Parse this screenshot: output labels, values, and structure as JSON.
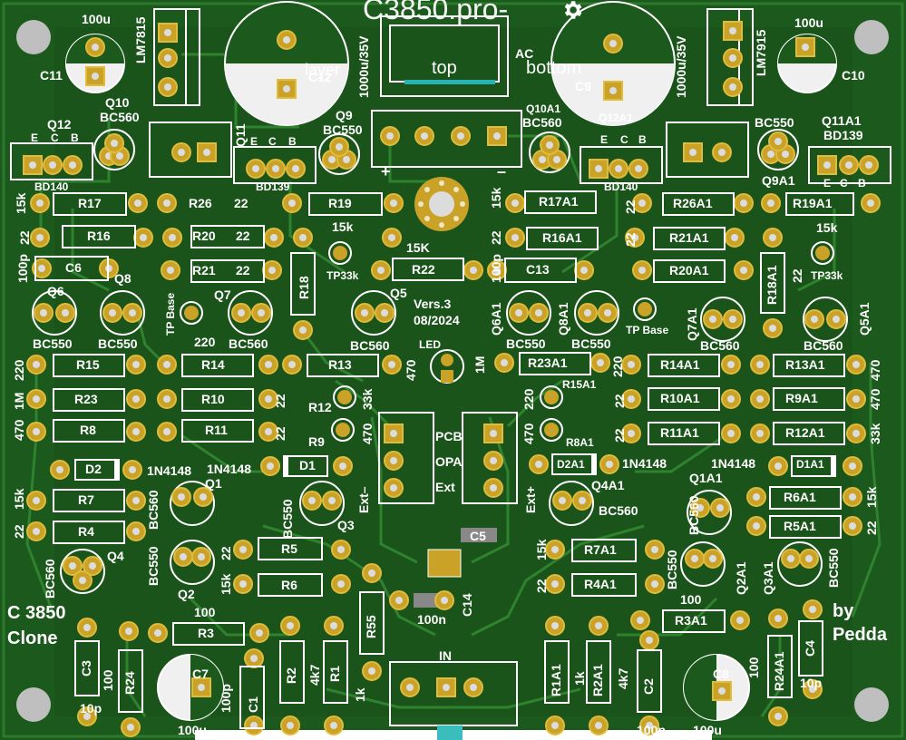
{
  "project_title": "C3850.pro-",
  "toolbar": {
    "gear_icon": "gear-icon",
    "layer_label": "layer",
    "tab_top": "top",
    "tab_bottom": "bottom",
    "active_tab": "top"
  },
  "colors": {
    "board": "#1c591c",
    "trace": "#2e7d2e",
    "silk": "#ffffff",
    "pad": "#c9a227",
    "accent_tab": "#27b3b3"
  },
  "silkscreen": {
    "version": "Vers.3",
    "date": "08/2024",
    "brand_left_1": "C 3850",
    "brand_left_2": "Clone",
    "brand_right_1": "by",
    "brand_right_2": "Pedda",
    "ac": "AC",
    "plus": "+",
    "minus": "–",
    "led": "LED",
    "pcb": "PCB",
    "opa": "OPA",
    "ext": "Ext",
    "ext_minus": "Ext–",
    "ext_plus": "Ext+",
    "in": "IN",
    "tp_base": "TP Base",
    "tp33k": "TP33k"
  },
  "components": {
    "c11": "C11",
    "c11_val": "100u",
    "c10": "C10",
    "c10_val": "100u",
    "lm7815": "LM7815",
    "lm7915": "LM7915",
    "c12": "C12",
    "c12_val": "1000u/35V",
    "c9": "C9",
    "c9_val": "1000u/35V",
    "q10": "Q10",
    "q10_type": "BC560",
    "q12": "Q12",
    "bd140": "BD140",
    "q11": "Q11",
    "bd139": "BD139",
    "q9": "Q9",
    "q9_type": "BC550",
    "q10a1": "Q10A1",
    "q10a1_type": "BC560",
    "q12a1": "Q12A1",
    "bd140a": "BD140",
    "q9a1_type": "BC550",
    "q9a1": "Q9A1",
    "q11a1": "Q11A1",
    "bd139a": "BD139",
    "ecb_e": "E",
    "ecb_c": "C",
    "ecb_b": "B",
    "r17": "R17",
    "r17_val": "15k",
    "r26": "R26",
    "r26_val": "22",
    "r19": "R19",
    "r19_val": "15k",
    "r17a1": "R17A1",
    "r17a1_val": "15k",
    "r26a1": "R26A1",
    "r26a1_val": "22",
    "r19a1": "R19A1",
    "r19a1_val": "15k",
    "r16": "R16",
    "r16_val": "22",
    "r20": "R20",
    "r20_val": "22",
    "r21": "R21",
    "r21_val": "22",
    "r16a1": "R16A1",
    "r16a1_val": "22",
    "r21a1": "R21A1",
    "r21a1_val": "22",
    "r20a1": "R20A1",
    "r20a1_val": "22",
    "c6": "C6",
    "c6_val": "100p",
    "c13": "C13",
    "c13_val": "100p",
    "r18": "R18",
    "r18_val": "15k",
    "r22": "R22",
    "r22_val": "15K",
    "r18a1": "R18A1",
    "r18a1_val": "22",
    "q6": "Q6",
    "q8": "Q8",
    "q7": "Q7",
    "q5": "Q5",
    "q6a1": "Q6A1",
    "q8a1": "Q8A1",
    "q7a1": "Q7A1",
    "q5a1": "Q5A1",
    "bc550": "BC550",
    "bc560": "BC560",
    "r15": "R15",
    "r15_val": "220",
    "r14": "R14",
    "r14_val": "220",
    "r13": "R13",
    "r13_val": "470",
    "r23a1": "R23A1",
    "r23a1_val": "1M",
    "r14a1": "R14A1",
    "r14a1_val": "220",
    "r13a1": "R13A1",
    "r13a1_val": "470",
    "r23": "R23",
    "r23_val": "1M",
    "r10": "R10",
    "r10_val": "22",
    "r12": "R12",
    "r12_val": "33k",
    "r15a1": "R15A1",
    "r15a1_val": "220",
    "r10a1": "R10A1",
    "r10a1_val": "22",
    "r9a1": "R9A1",
    "r9a1_val": "470",
    "r8": "R8",
    "r8_val": "470",
    "r11": "R11",
    "r11_val": "22",
    "r9": "R9",
    "r9_val": "470",
    "r8a1": "R8A1",
    "r11a1": "R11A1",
    "r11a1_val": "22",
    "r12a1": "R12A1",
    "r12a1_val": "33k",
    "d2": "D2",
    "d1": "D1",
    "d2a1": "D2A1",
    "d1a1": "D1A1",
    "n4148": "1N4148",
    "q1": "Q1",
    "q1a1": "Q1A1",
    "q3": "Q3",
    "q4a1": "Q4A1",
    "r7": "R7",
    "r7_val": "15k",
    "r4": "R4",
    "r4_val": "22",
    "r6a1": "R6A1",
    "r6a1_val": "15k",
    "r5a1": "R5A1",
    "r5a1_val": "22",
    "q4": "Q4",
    "q2": "Q2",
    "q2a1": "Q2A1",
    "q3a1": "Q3A1",
    "r5": "R5",
    "r5_val": "22",
    "r6": "R6",
    "r6_val": "15k",
    "r7a1": "R7A1",
    "r7a1_val": "15k",
    "r4a1": "R4A1",
    "r4a1_val": "22",
    "c5": "C5",
    "c14": "C14",
    "c14_val": "100n",
    "r3": "R3",
    "r3_val": "100",
    "r3a1": "R3A1",
    "r3a1_val": "100",
    "r55": "R55",
    "c3": "C3",
    "c3_val": "10p",
    "c4": "C4",
    "c4_val": "10p",
    "r24": "R24",
    "r24_val": "100",
    "r24a1": "R24A1",
    "r24a1_val": "100",
    "c7": "C7",
    "c7_val": "100u",
    "c8": "C8",
    "c8_val": "100u",
    "c1": "C1",
    "c1_val": "100p",
    "c2": "C2",
    "c2_val": "100p",
    "r2": "R2",
    "r2_val": "4k7",
    "r1": "R1",
    "r1_val": "1k",
    "r1a1": "R1A1",
    "r1a1_val": "1k",
    "r2a1": "R2A1",
    "r2a1_val": "4k7"
  }
}
